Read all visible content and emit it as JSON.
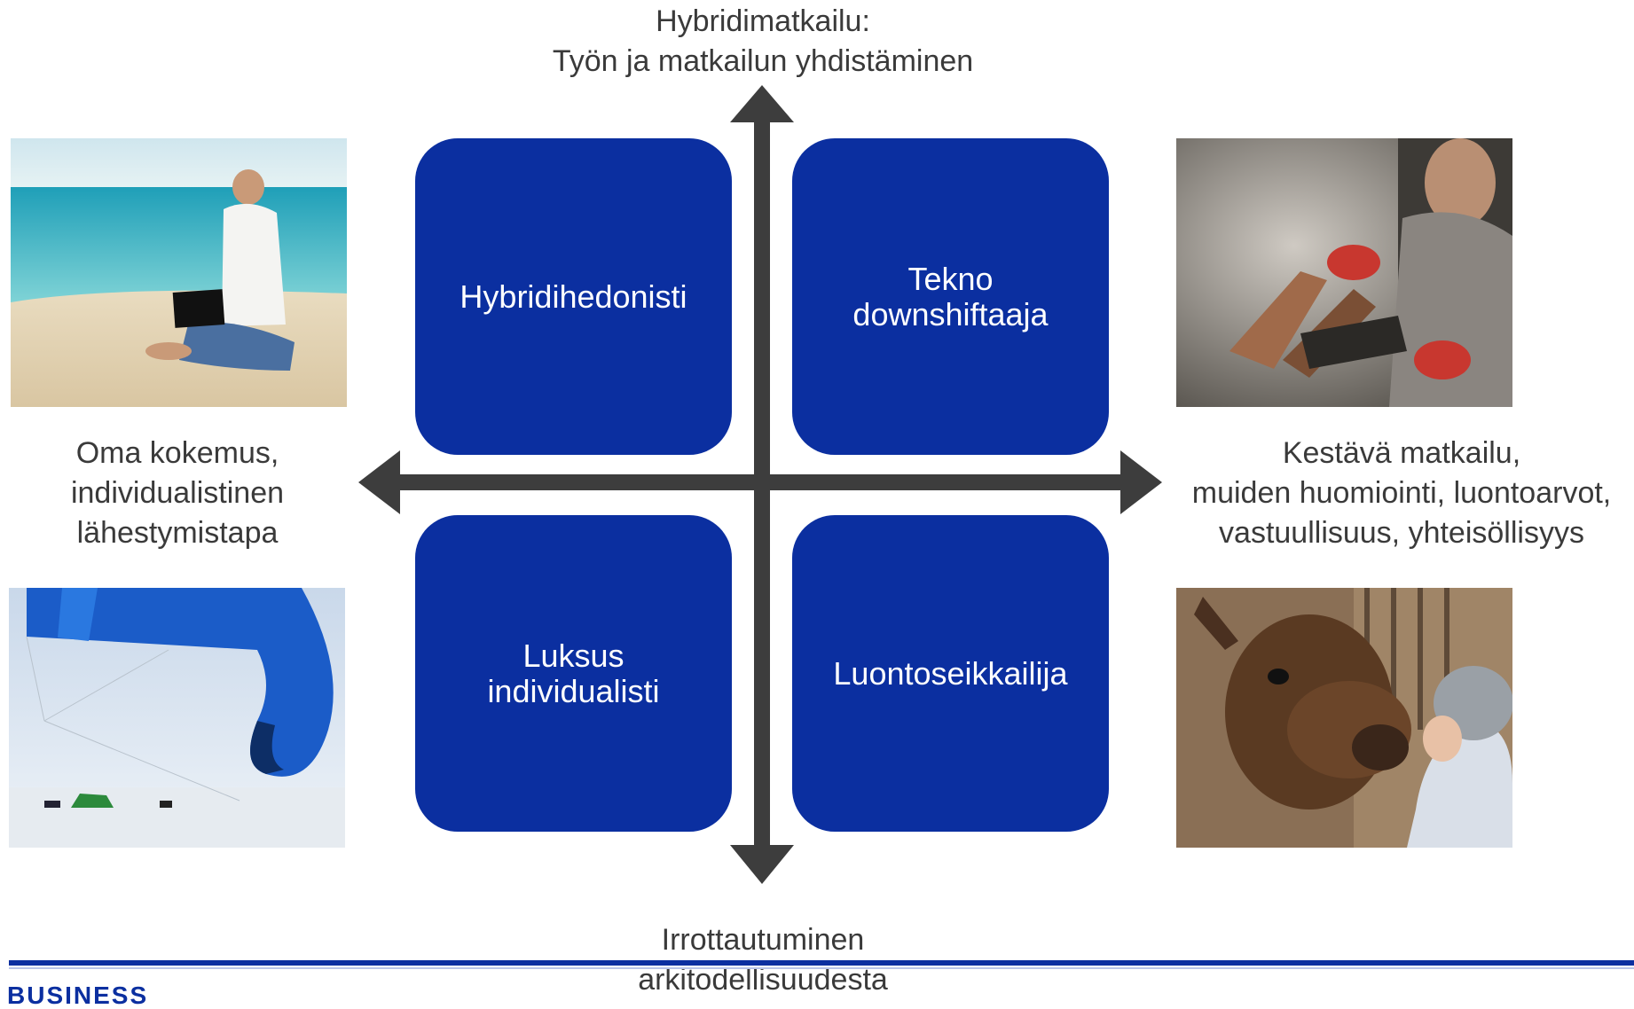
{
  "axes": {
    "top": [
      "Hybridimatkailu:",
      "Työn ja matkailun yhdistäminen"
    ],
    "bottom": [
      "Irrottautuminen",
      "arkitodellisuudesta"
    ],
    "left": [
      "Oma kokemus,",
      "individualistinen",
      "lähestymistapa"
    ],
    "right": [
      "Kestävä matkailu,",
      "muiden huomiointi, luontoarvot,",
      "vastuullisuus, yhteisöllisyys"
    ]
  },
  "quadrants": {
    "top_left": "Hybridihedonisti",
    "top_right": "Tekno\ndownshiftaaja",
    "bottom_left": "Luksus\nindividualisti",
    "bottom_right": "Luontoseikkailija"
  },
  "footer": {
    "brand": "BUSINESS"
  },
  "colors": {
    "quadrant": "#0b2fa0",
    "axis": "#3d3d3d",
    "text": "#3a3a3a"
  }
}
